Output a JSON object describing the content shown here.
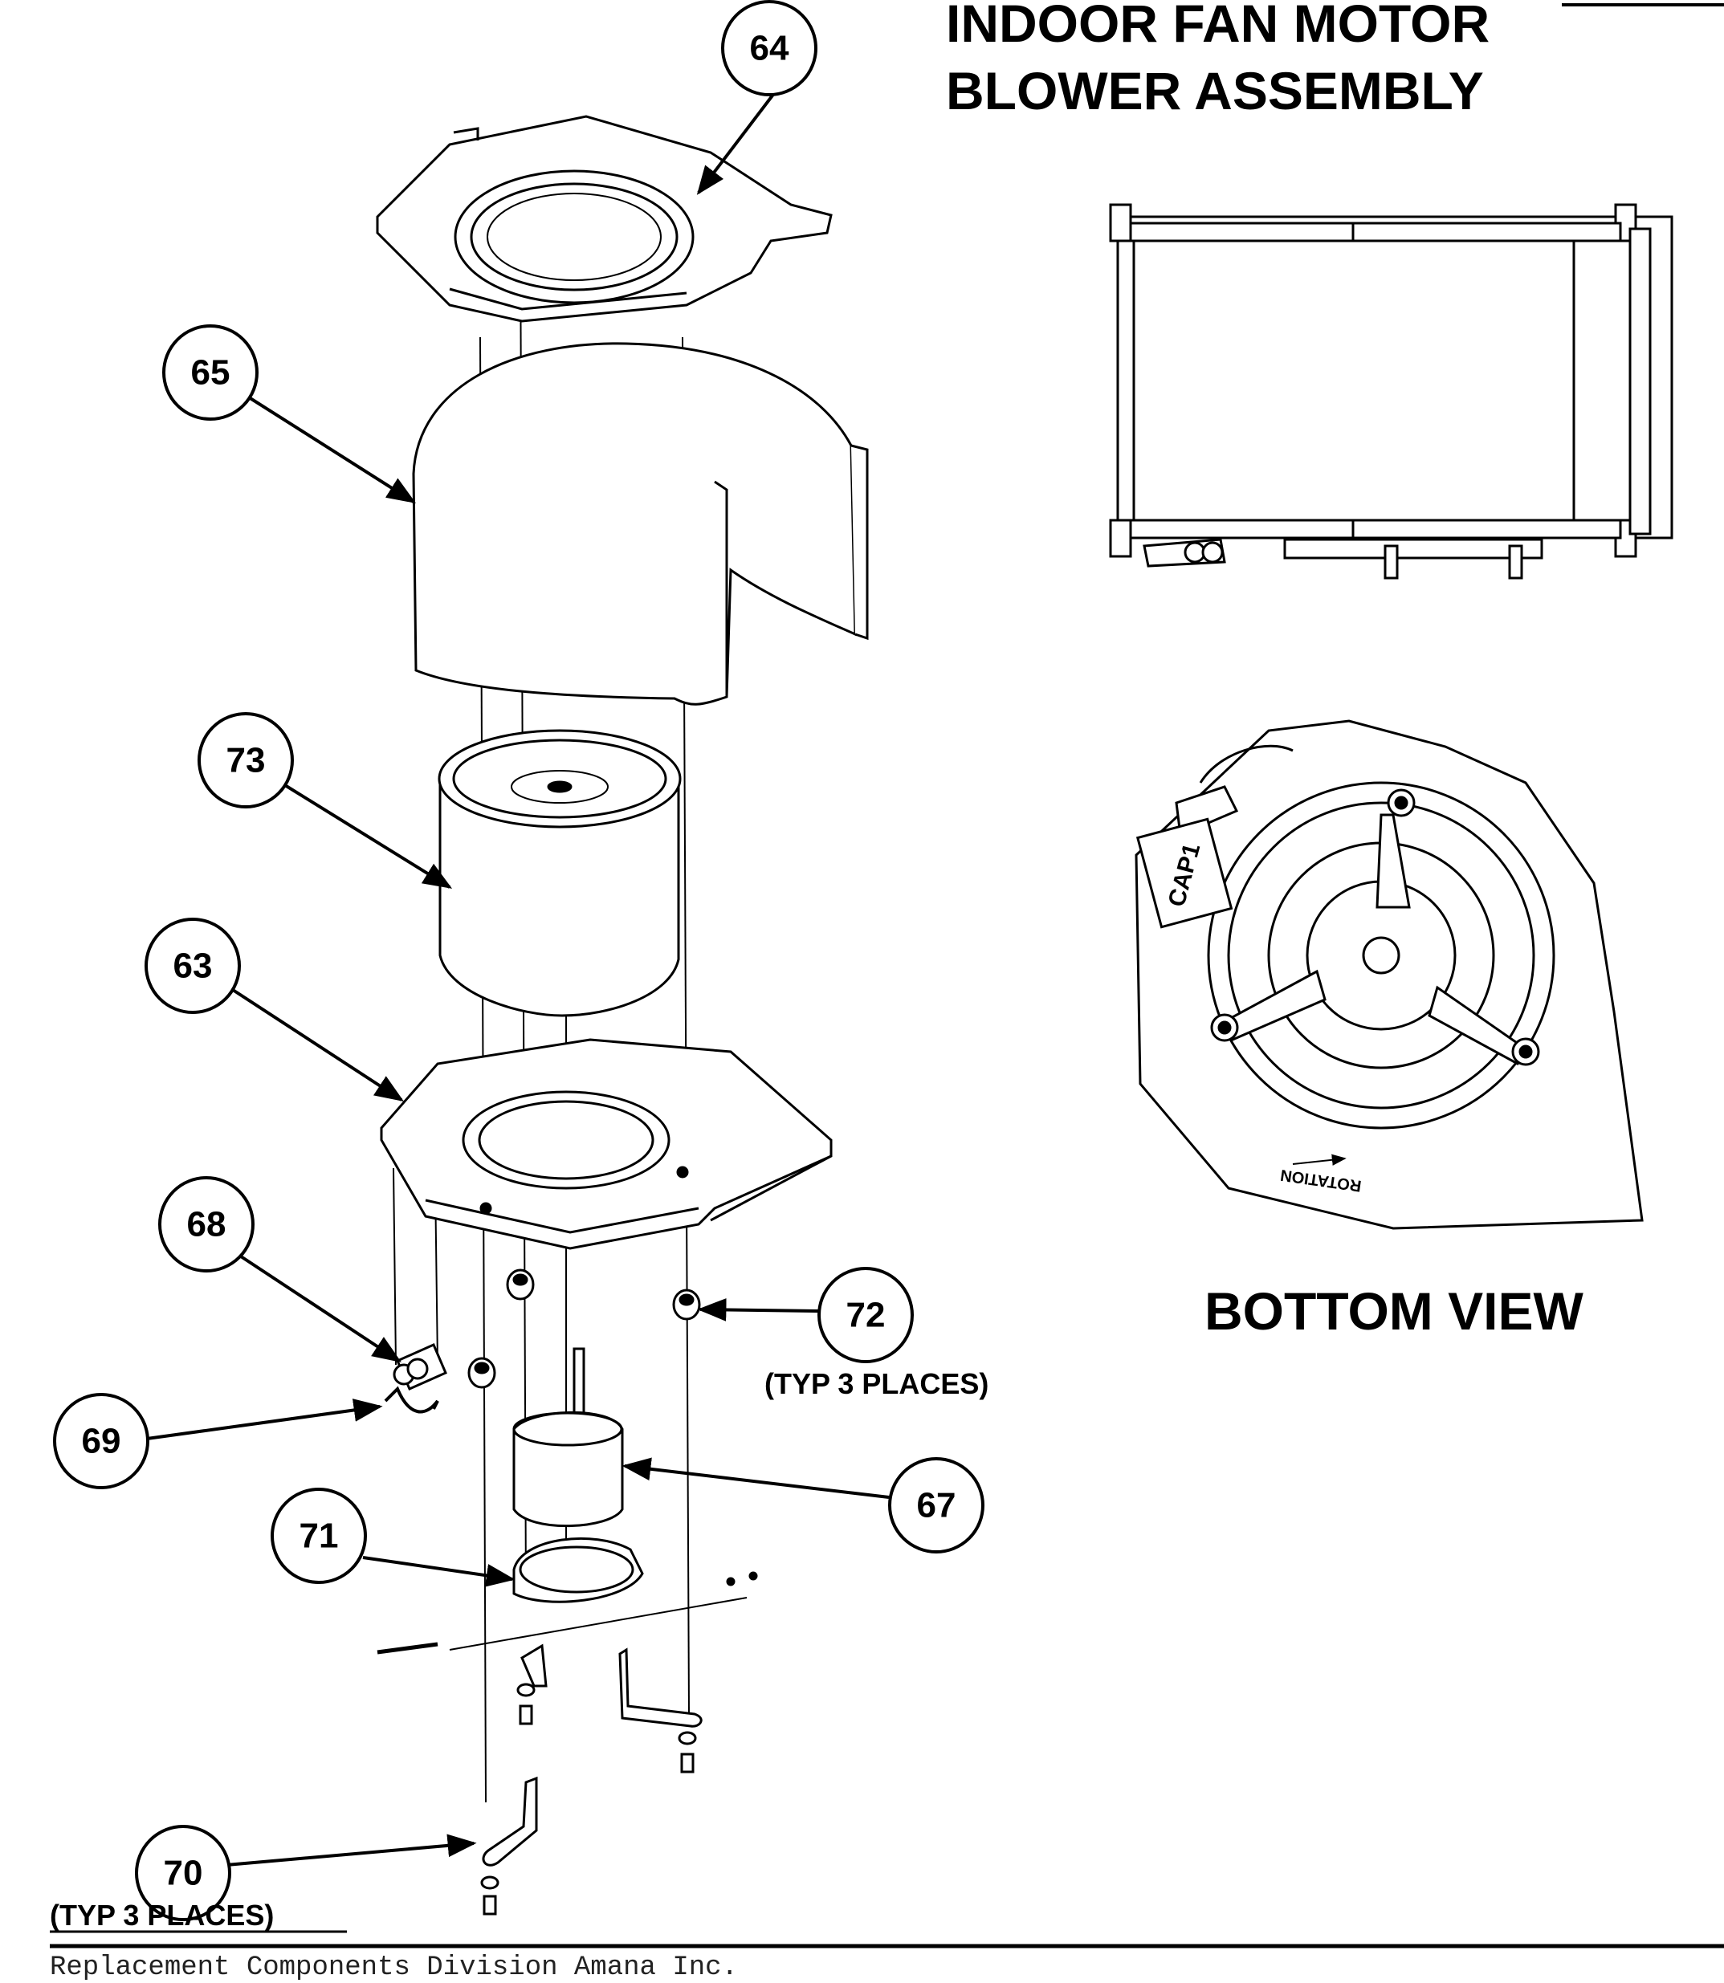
{
  "title": {
    "line1": "INDOOR FAN MOTOR",
    "line2": "BLOWER ASSEMBLY"
  },
  "bottom_view_label": "BOTTOM VIEW",
  "capacitor_label": "CAP1",
  "rotation_label": "ROTATION",
  "typ_note_72": "(TYP 3 PLACES)",
  "typ_note_70": "(TYP 3 PLACES)",
  "footer_text": "Replacement Components Division  Amana Inc.",
  "callouts": [
    {
      "id": "64",
      "label": "64"
    },
    {
      "id": "65",
      "label": "65"
    },
    {
      "id": "73",
      "label": "73"
    },
    {
      "id": "63",
      "label": "63"
    },
    {
      "id": "68",
      "label": "68"
    },
    {
      "id": "72",
      "label": "72"
    },
    {
      "id": "69",
      "label": "69"
    },
    {
      "id": "67",
      "label": "67"
    },
    {
      "id": "71",
      "label": "71"
    },
    {
      "id": "70",
      "label": "70"
    }
  ]
}
